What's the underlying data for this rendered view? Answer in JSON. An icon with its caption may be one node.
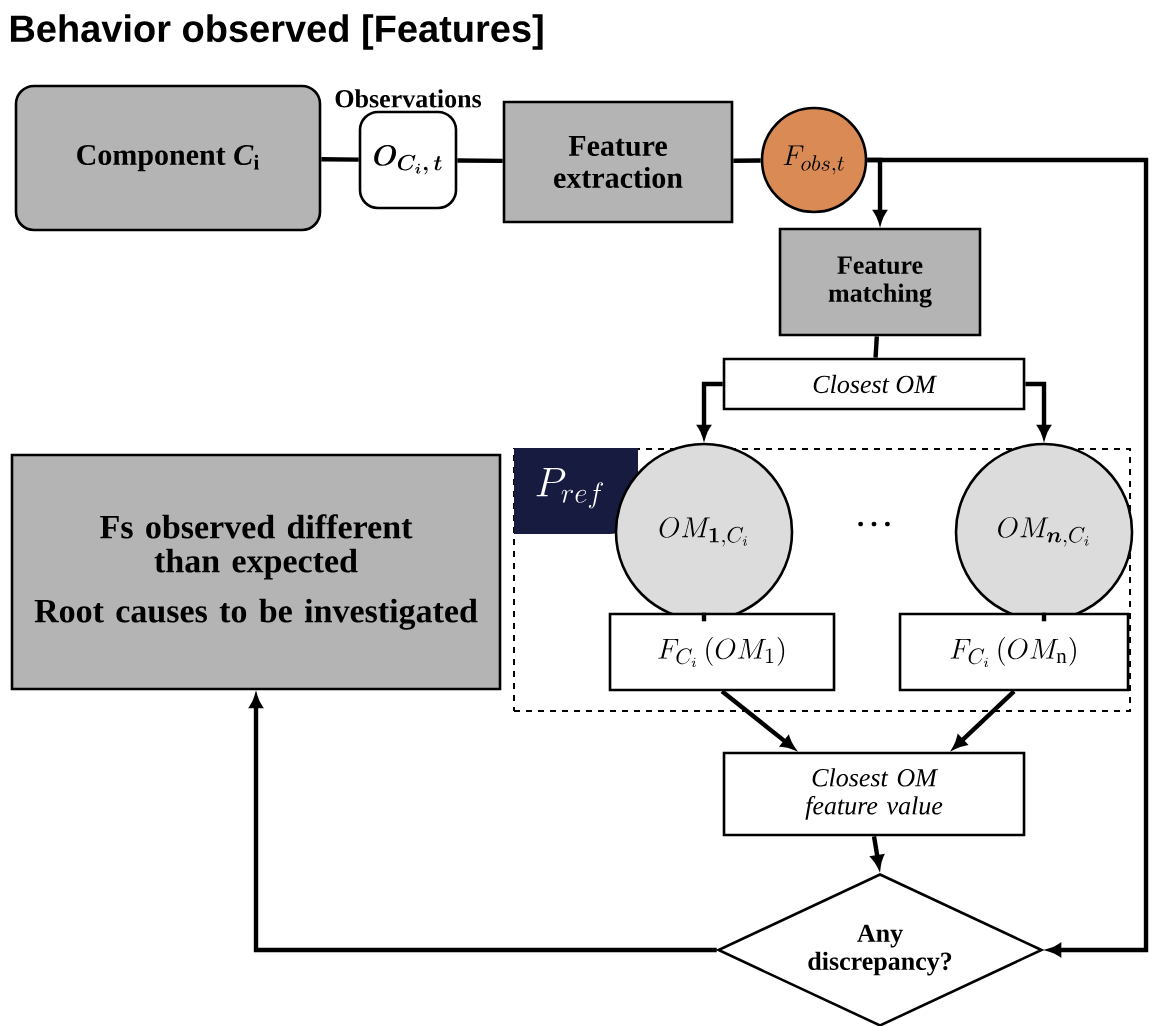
{
  "diagram": {
    "title": "Behavior observed [Features]",
    "nodes": [
      {
        "text": [
          "Component *C*$_{i}$"
        ]
      },
      {
        "text": [
          "Observations",
          "\\boldsymbol{O_{C_i,\\,t}}"
        ]
      },
      {
        "text": [
          "Feature extraction"
        ]
      },
      {
        "text": [
          "F_{obs,t}"
        ]
      },
      {
        "text": [
          "Feature matching"
        ]
      },
      {
        "text": [
          "Closest OM"
        ]
      },
      {
        "text": [
          "P_{ref}"
        ]
      },
      {
        "text": [
          "OM_{\\boldsymbol{1},C_i}"
        ],
        "in": 6
      },
      {
        "text": [
          "OM_{\\boldsymbol{n},C_i}"
        ],
        "in": 6
      },
      {
        "text": [
          "F_{C_i}\\left(OM_1\\right)"
        ],
        "in": 6
      },
      {
        "text": [
          "F_{C_i}\\left(OM_\\mathrm{n}\\right)"
        ],
        "in": 6
      },
      {
        "text": [
          "Closest OM feature value"
        ]
      },
      {
        "text": [
          "Any discrepancy?"
        ]
      },
      {
        "text": [
          "Fs observed different than expected",
          "Root causes to be investigated"
        ]
      }
    ],
    "edges": [
      {
        "from": 0,
        "to": 1,
        "arrow": "none"
      },
      {
        "from": 1,
        "to": 2,
        "arrow": "none"
      },
      {
        "from": 2,
        "to": 3,
        "arrow": "none"
      },
      {
        "from": 3,
        "to": 4,
        "arrow": "to"
      },
      {
        "from": 3,
        "to": 12,
        "arrow": "to"
      },
      {
        "from": 4,
        "to": 5,
        "arrow": "none"
      },
      {
        "from": 5,
        "to": 7,
        "arrow": "to"
      },
      {
        "from": 5,
        "to": 8,
        "arrow": "to"
      },
      {
        "from": 7,
        "to": 9,
        "arrow": "none"
      },
      {
        "from": 8,
        "to": 10,
        "arrow": "none"
      },
      {
        "from": 9,
        "to": 11,
        "arrow": "to"
      },
      {
        "from": 10,
        "to": 11,
        "arrow": "to"
      },
      {
        "from": 11,
        "to": 12,
        "arrow": "to"
      },
      {
        "from": 12,
        "to": 13,
        "arrow": "to"
      }
    ],
    "labels": [
      "…"
    ]
  }
}
